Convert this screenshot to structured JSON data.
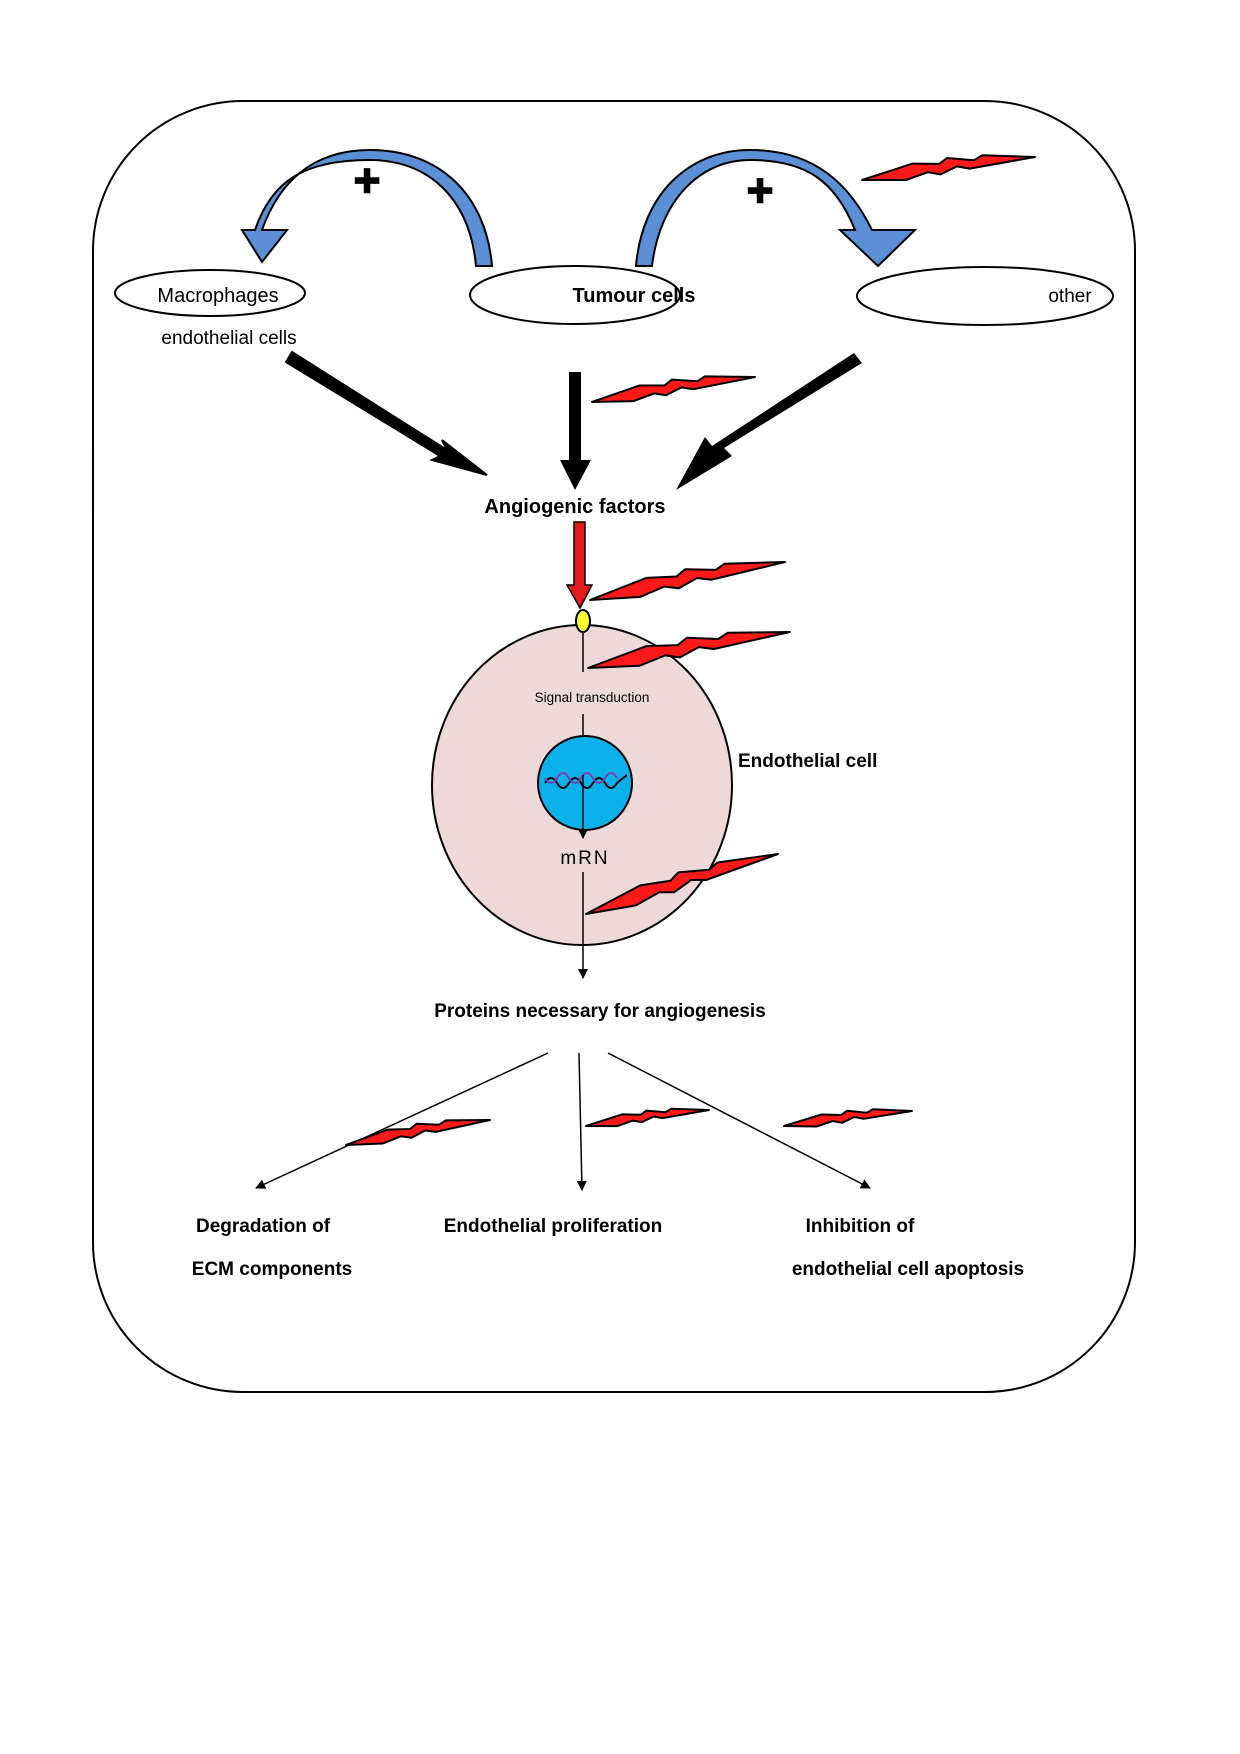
{
  "diagram": {
    "nodes": {
      "macrophages": "Macrophages",
      "endothelial_cells": "endothelial cells",
      "tumour_cells": "Tumour cells",
      "other": "other",
      "angiogenic_factors": "Angiogenic factors",
      "signal_transduction": "Signal transduction",
      "endothelial_cell": "Endothelial cell",
      "mrna": "mRN",
      "proteins": "Proteins necessary for angiogenesis",
      "degradation_line1": "Degradation of",
      "degradation_line2": "ECM components",
      "proliferation": "Endothelial proliferation",
      "inhibition_line1": "Inhibition of",
      "inhibition_line2": "endothelial cell apoptosis"
    },
    "symbols": {
      "plus_left": "+",
      "plus_right": "+"
    },
    "colors": {
      "feedback_arrow": "#5b8fd6",
      "plus_sign": "#22b04b",
      "inhibitor_bolt": "#ff1a1a",
      "receptor": "#ffff33",
      "cell_cytoplasm": "#eed9d9",
      "nucleus": "#0ab0ea",
      "factor_arrow": "#e21a1a",
      "dna_strand": "#7a3fb0"
    }
  }
}
